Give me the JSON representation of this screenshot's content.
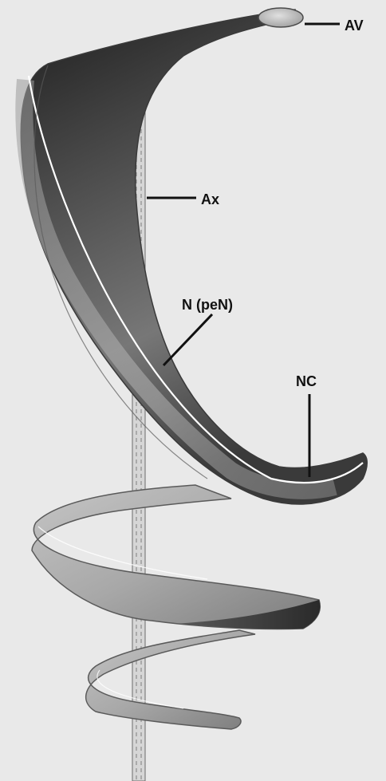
{
  "labels": {
    "av": "AV",
    "ax": "Ax",
    "n": "N (peN)",
    "nc": "NC"
  },
  "colors": {
    "background": "#e9e9e9",
    "ink": "#111111",
    "shell_dark": "#2a2a2a",
    "shell_mid": "#7a7a7a",
    "shell_light": "#bdbdbd",
    "highlight": "#ffffff"
  }
}
